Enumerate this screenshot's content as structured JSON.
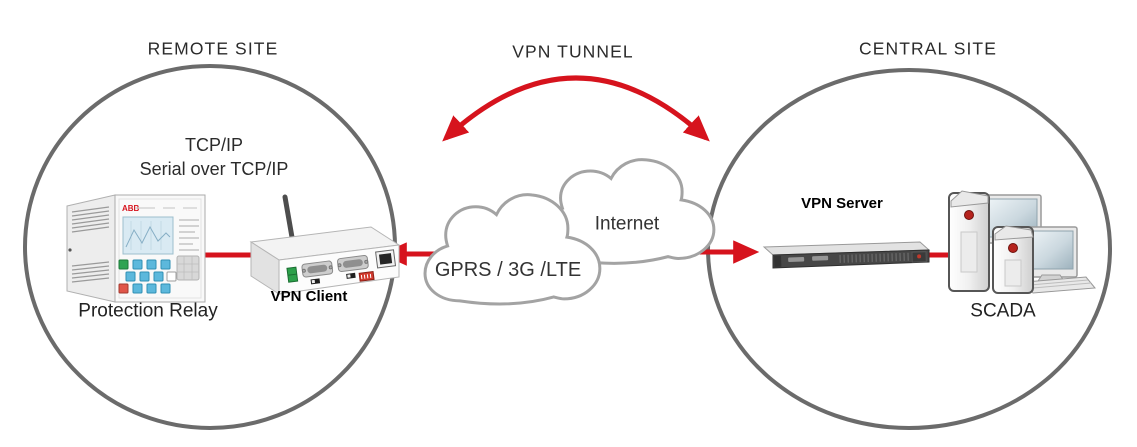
{
  "remote_site": {
    "title": "REMOTE SITE",
    "protocol_line1": "TCP/IP",
    "protocol_line2": "Serial over TCP/IP",
    "relay_label": "Protection Relay",
    "relay_brand": "ABB",
    "client_label": "VPN Client"
  },
  "tunnel": {
    "title": "VPN TUNNEL",
    "access_cloud_label": "GPRS / 3G /LTE",
    "internet_cloud_label": "Internet"
  },
  "central_site": {
    "title": "CENTRAL SITE",
    "server_label": "VPN Server",
    "scada_label": "SCADA"
  },
  "colors": {
    "connection_red": "#d6131d",
    "site_circle_gray": "#6b6b6b",
    "cloud_outline_gray": "#a3a3a3",
    "text_color": "#262626"
  }
}
